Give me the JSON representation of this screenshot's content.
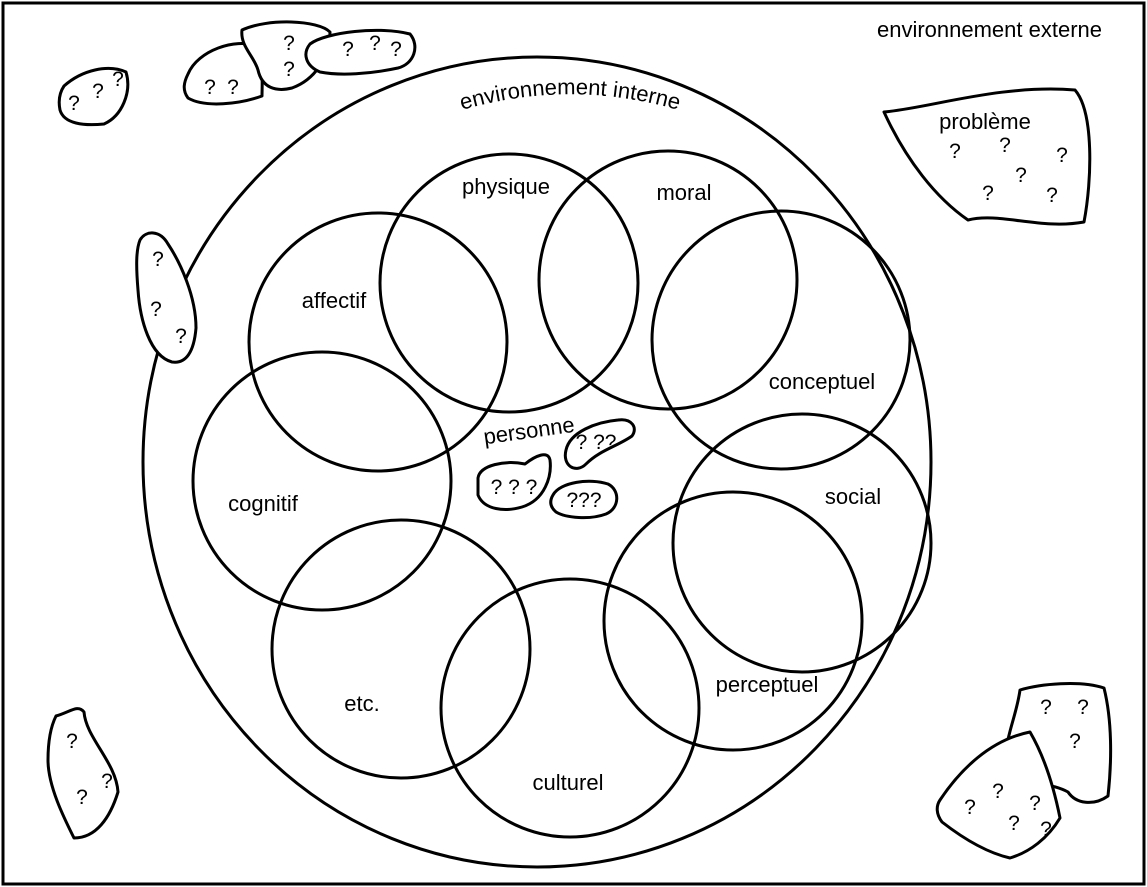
{
  "external_environment": "environnement externe",
  "internal_environment": "environnement interne",
  "center": {
    "label": "personne",
    "clusters": [
      "? ? ?",
      "? ??",
      "???"
    ]
  },
  "dimensions": [
    "physique",
    "moral",
    "affectif",
    "conceptuel",
    "cognitif",
    "social",
    "etc.",
    "perceptuel",
    "culturel"
  ],
  "problem_label": "problème",
  "question_mark": "?"
}
